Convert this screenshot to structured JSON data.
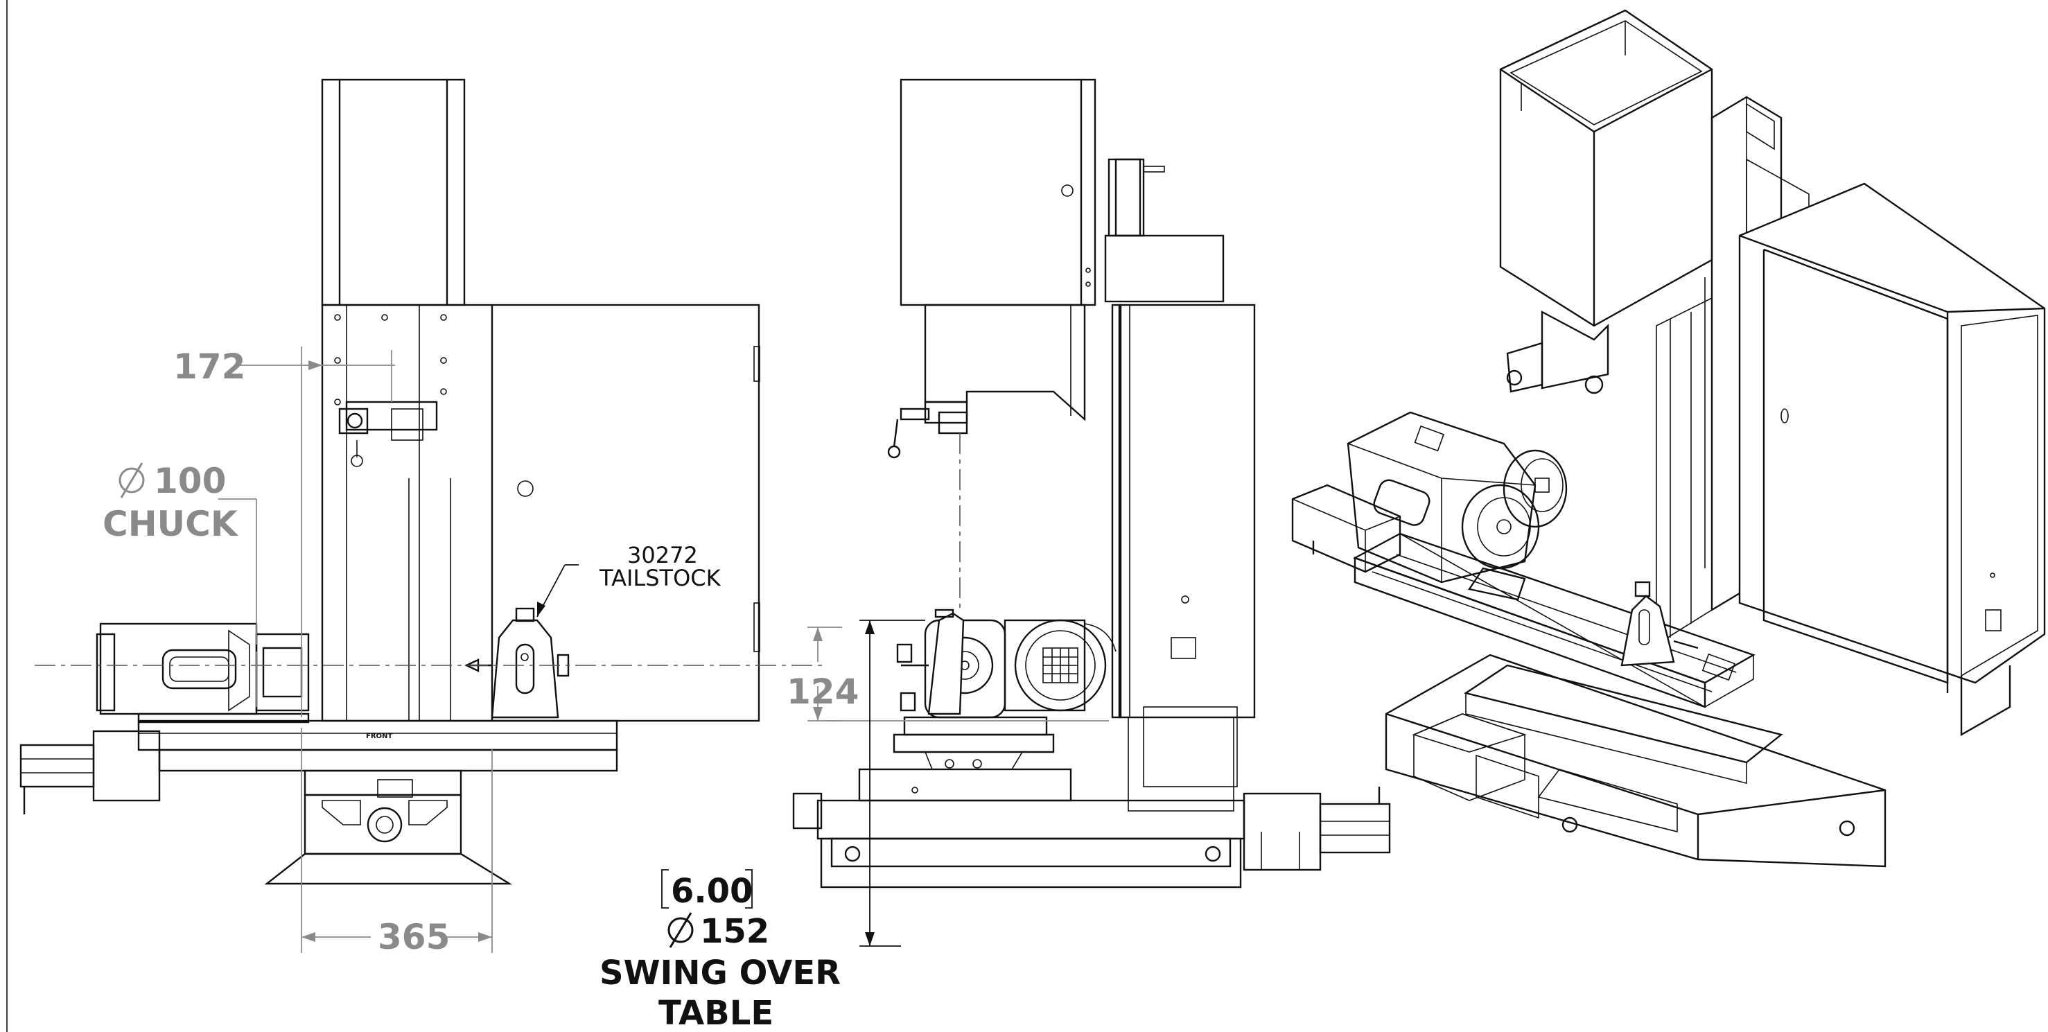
{
  "annotations": {
    "dim_172": "172",
    "chuck_diameter": "100",
    "chuck_label": "CHUCK",
    "tailstock_part_no": "30272",
    "tailstock_label": "TAILSTOCK",
    "dim_124": "124",
    "dim_365": "365",
    "swing_inch": "6.00",
    "swing_mm": "152",
    "swing_label_1": "SWING OVER",
    "swing_label_2": "TABLE",
    "front_label": "FRONT"
  },
  "symbols": {
    "diameter": "diameter-symbol"
  },
  "colors": {
    "line": "#111111",
    "dimension": "#8a8a8a",
    "background": "#ffffff"
  }
}
